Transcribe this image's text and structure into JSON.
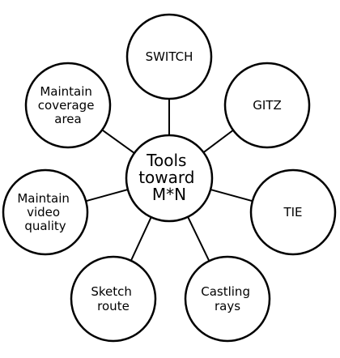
{
  "center": {
    "lines": [
      "Tools",
      "toward",
      "M*N"
    ]
  },
  "nodes": [
    {
      "lines": [
        "SWITCH"
      ]
    },
    {
      "lines": [
        "GITZ"
      ]
    },
    {
      "lines": [
        "TIE"
      ]
    },
    {
      "lines": [
        "Castling",
        "rays"
      ]
    },
    {
      "lines": [
        "Sketch",
        "route"
      ]
    },
    {
      "lines": [
        "Maintain",
        "video",
        "quality"
      ]
    },
    {
      "lines": [
        "Maintain",
        "coverage",
        "area"
      ]
    }
  ]
}
